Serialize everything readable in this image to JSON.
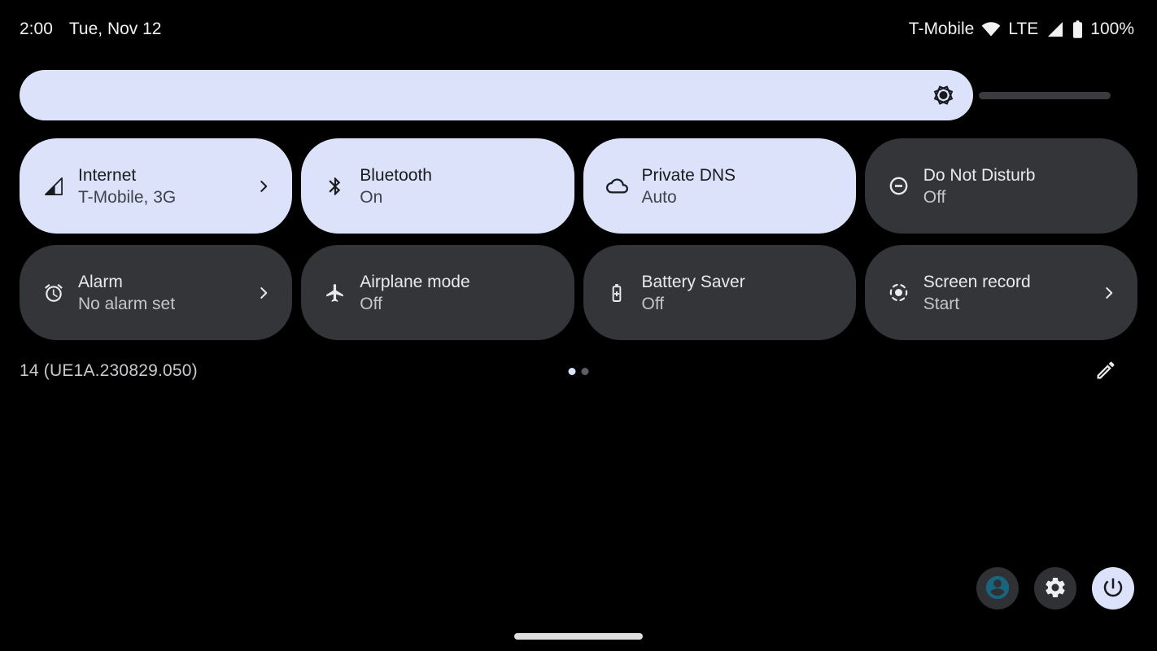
{
  "status_bar": {
    "time": "2:00",
    "date": "Tue, Nov 12",
    "carrier": "T-Mobile",
    "network_type": "LTE",
    "battery_percent": "100%",
    "icons": [
      "wifi-icon",
      "signal-cellular-icon",
      "battery-icon"
    ]
  },
  "brightness": {
    "icon": "brightness-icon",
    "fill_ratio": 0.88
  },
  "quick_settings": {
    "tiles": [
      {
        "label": "Internet",
        "status": "T-Mobile, 3G",
        "active": true,
        "icon": "signal-cellular-icon",
        "chevron": true
      },
      {
        "label": "Bluetooth",
        "status": "On",
        "active": true,
        "icon": "bluetooth-icon",
        "chevron": false
      },
      {
        "label": "Private DNS",
        "status": "Auto",
        "active": true,
        "icon": "cloud-icon",
        "chevron": false
      },
      {
        "label": "Do Not Disturb",
        "status": "Off",
        "active": false,
        "icon": "do-not-disturb-icon",
        "chevron": false
      },
      {
        "label": "Alarm",
        "status": "No alarm set",
        "active": false,
        "icon": "alarm-icon",
        "chevron": true
      },
      {
        "label": "Airplane mode",
        "status": "Off",
        "active": false,
        "icon": "airplane-icon",
        "chevron": false
      },
      {
        "label": "Battery Saver",
        "status": "Off",
        "active": false,
        "icon": "battery-saver-icon",
        "chevron": false
      },
      {
        "label": "Screen record",
        "status": "Start",
        "active": false,
        "icon": "screen-record-icon",
        "chevron": true
      }
    ],
    "page_indicator": {
      "pages": 2,
      "active_page": 1
    }
  },
  "footer": {
    "build_number": "14 (UE1A.230829.050)"
  },
  "colors": {
    "background": "#000000",
    "tile_active_bg": "#dce2fa",
    "tile_inactive_bg": "#333539",
    "tile_active_text": "#191c1f",
    "tile_inactive_text": "#e9eaec",
    "user_icon_accent": "#19657f",
    "slider_track": "#3a3b3e"
  }
}
